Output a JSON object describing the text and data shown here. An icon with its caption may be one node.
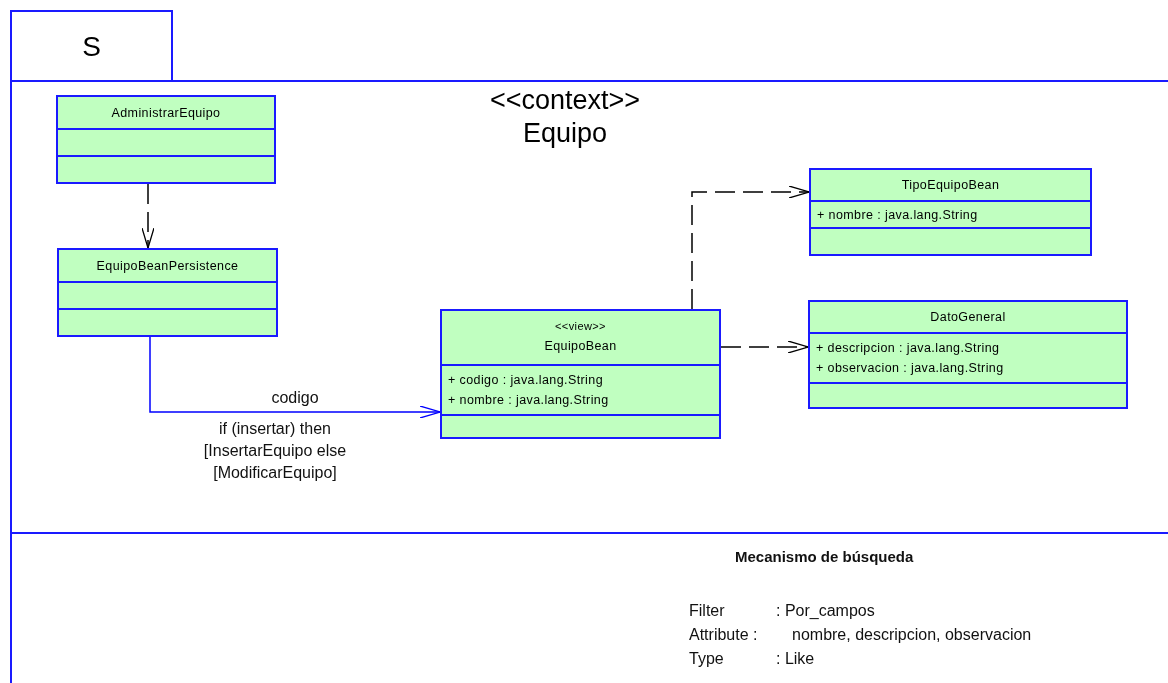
{
  "diagram": {
    "nodes": [
      {
        "text": [
          "S",
          "<<context>> Equipo"
        ]
      },
      {
        "text": [
          "AdministrarEquipo"
        ],
        "in": 0
      },
      {
        "text": [
          "EquipoBeanPersistence"
        ],
        "in": 0
      },
      {
        "text": [
          "<<view>>",
          "EquipoBean",
          "+ codigo : java.lang.String",
          "+ nombre : java.lang.String"
        ],
        "in": 0
      },
      {
        "text": [
          "TipoEquipoBean",
          "+ nombre : java.lang.String"
        ],
        "in": 0
      },
      {
        "text": [
          "DatoGeneral",
          "+ descripcion : java.lang.String",
          "+ observacion : java.lang.String"
        ],
        "in": 0
      }
    ],
    "edges": [
      {
        "from": 1,
        "to": 2,
        "arrow": "to",
        "style": "dashed"
      },
      {
        "from": 2,
        "to": 3,
        "arrow": "to",
        "label": "codigo",
        "color": "#0000ff"
      },
      {
        "from": 3,
        "to": 4,
        "arrow": "to",
        "style": "dashed"
      },
      {
        "from": 3,
        "to": 5,
        "arrow": "to",
        "style": "dashed"
      }
    ],
    "labels": [
      "if (insertar) then [InsertarEquipo else [ModificarEquipo]",
      "Mecanismo de búsqueda",
      "Filter",
      ": Por_campos",
      "Attribute :",
      "nombre, descripcion, observacion",
      "Type",
      ": Like"
    ]
  }
}
